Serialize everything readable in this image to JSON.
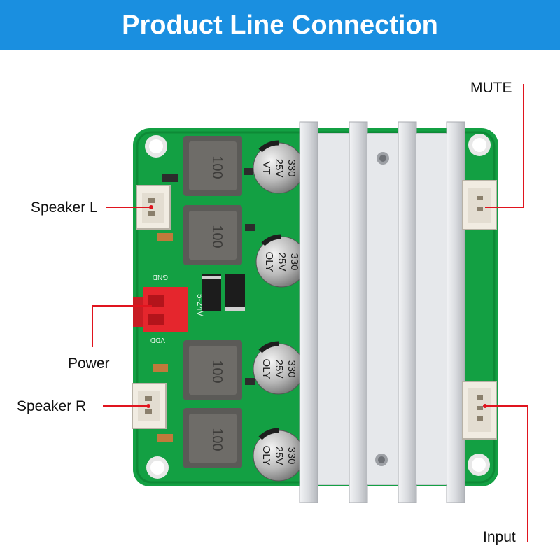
{
  "header": {
    "title": "Product Line Connection"
  },
  "labels": {
    "mute": "MUTE",
    "speaker_l": "Speaker L",
    "power": "Power",
    "speaker_r": "Speaker R",
    "input": "Input"
  },
  "inductors": [
    "100",
    "100",
    "100",
    "100"
  ],
  "capacitors": [
    {
      "line1": "330",
      "line2": "25V",
      "line3": "VT"
    },
    {
      "line1": "330",
      "line2": "25V",
      "line3": "OLY"
    },
    {
      "line1": "330",
      "line2": "25V",
      "line3": "OLY"
    },
    {
      "line1": "330",
      "line2": "25V",
      "line3": "OLY"
    }
  ],
  "silkscreen": {
    "gnd": "GND",
    "voltage": "5-24V",
    "vdd": "VDD"
  },
  "colors": {
    "banner": "#1a8fe0",
    "pcb": "#13a043",
    "leader_line": "#e0141e",
    "power_connector": "#e5262d",
    "heatsink": "#dcdee2"
  }
}
